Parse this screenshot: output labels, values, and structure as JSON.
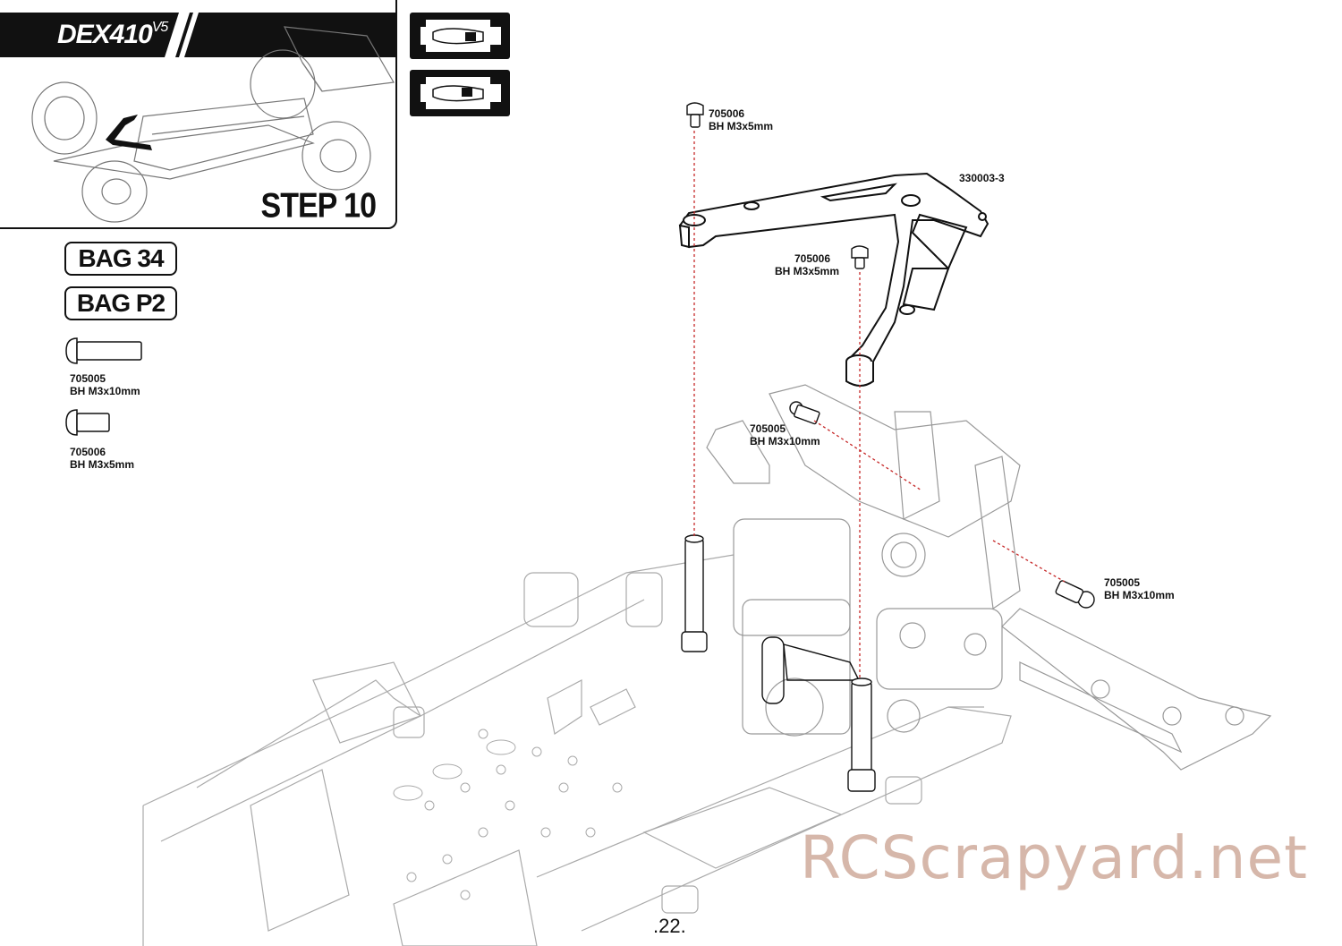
{
  "header": {
    "logo_text": "DEX410",
    "logo_version": "V5",
    "step_label": "STEP 10"
  },
  "bags": [
    "BAG 34",
    "BAG P2"
  ],
  "legend": [
    {
      "code": "705005",
      "desc": "BH M3x10mm",
      "icon": "button-head-screw-long-icon"
    },
    {
      "code": "705006",
      "desc": "BH M3x5mm",
      "icon": "button-head-screw-short-icon"
    }
  ],
  "callouts": {
    "screw_top": {
      "code": "705006",
      "desc": "BH M3x5mm"
    },
    "arm_part": {
      "code": "330003-3"
    },
    "screw_mid": {
      "code": "705006",
      "desc": "BH M3x5mm"
    },
    "screw_left": {
      "code": "705005",
      "desc": "BH M3x10mm"
    },
    "screw_right": {
      "code": "705005",
      "desc": "BH M3x10mm"
    }
  },
  "page_number": ".22.",
  "watermark": "RCScrapyard.net"
}
